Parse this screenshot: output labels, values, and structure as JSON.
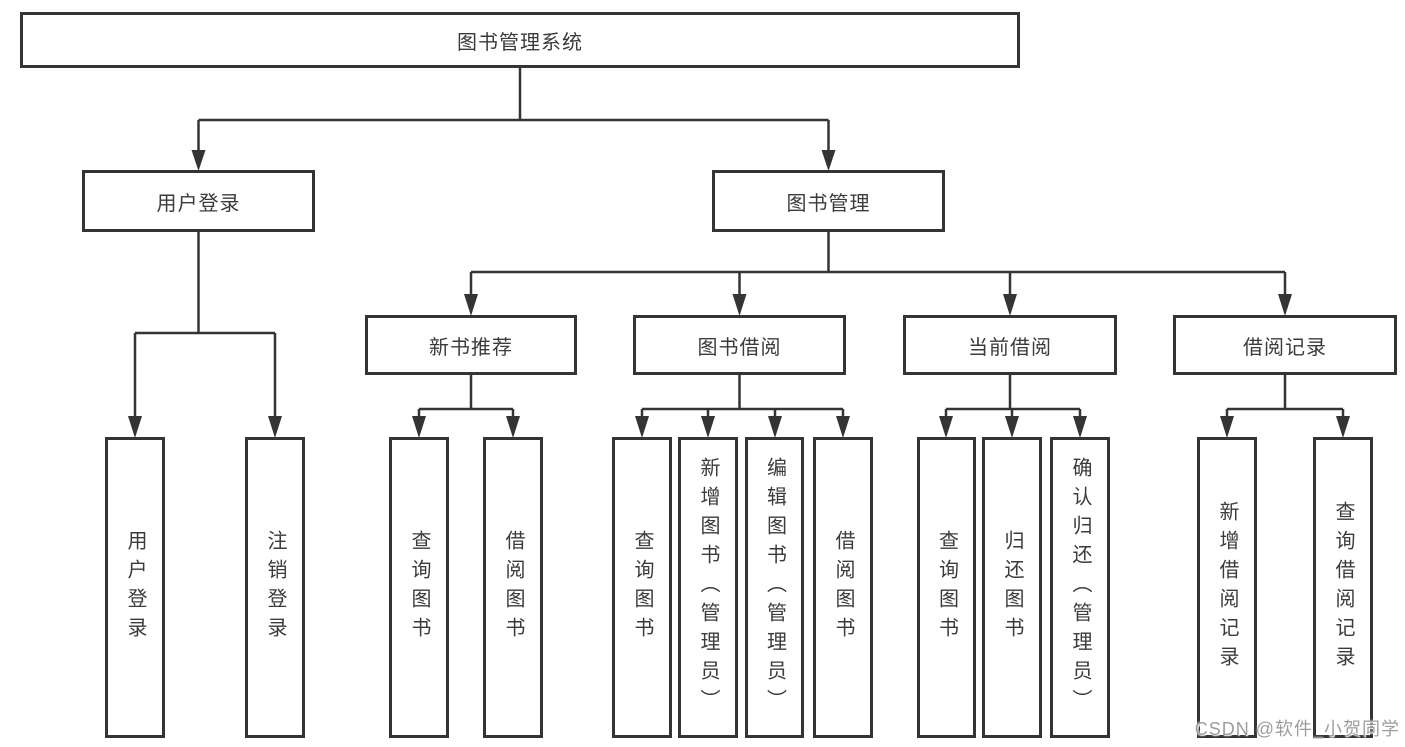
{
  "tree": {
    "label": "图书管理系统",
    "children": [
      {
        "label": "用户登录",
        "children": [
          {
            "label": "用户登录"
          },
          {
            "label": "注销登录"
          }
        ]
      },
      {
        "label": "图书管理",
        "children": [
          {
            "label": "新书推荐",
            "children": [
              {
                "label": "查询图书"
              },
              {
                "label": "借阅图书"
              }
            ]
          },
          {
            "label": "图书借阅",
            "children": [
              {
                "label": "查询图书"
              },
              {
                "label": "新增图书（管理员）"
              },
              {
                "label": "编辑图书（管理员）"
              },
              {
                "label": "借阅图书"
              }
            ]
          },
          {
            "label": "当前借阅",
            "children": [
              {
                "label": "查询图书"
              },
              {
                "label": "归还图书"
              },
              {
                "label": "确认归还（管理员）"
              }
            ]
          },
          {
            "label": "借阅记录",
            "children": [
              {
                "label": "新增借阅记录"
              },
              {
                "label": "查询借阅记录"
              }
            ]
          }
        ]
      }
    ]
  },
  "watermark": {
    "text": "CSDN @软件_小贺同学"
  },
  "colors": {
    "line": "#343434",
    "text": "#3b3b3b",
    "watermark": "#9d9d9d",
    "background": "#ffffff"
  }
}
